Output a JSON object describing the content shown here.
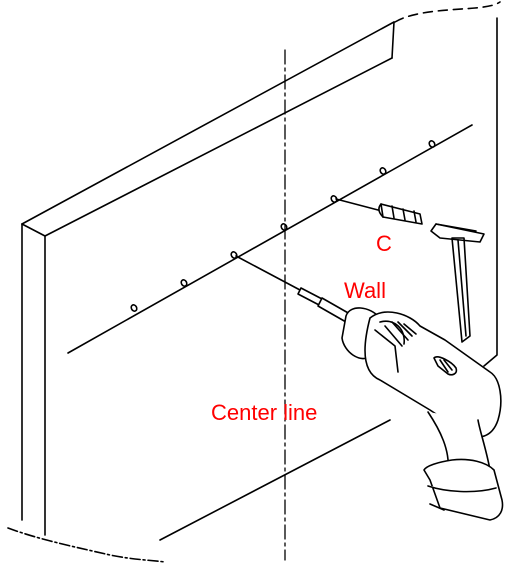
{
  "labels": {
    "c": "C",
    "wall": "Wall",
    "center_line": "Center line"
  },
  "colors": {
    "label": "#ff0000",
    "ink": "#000000",
    "background": "#ffffff"
  }
}
